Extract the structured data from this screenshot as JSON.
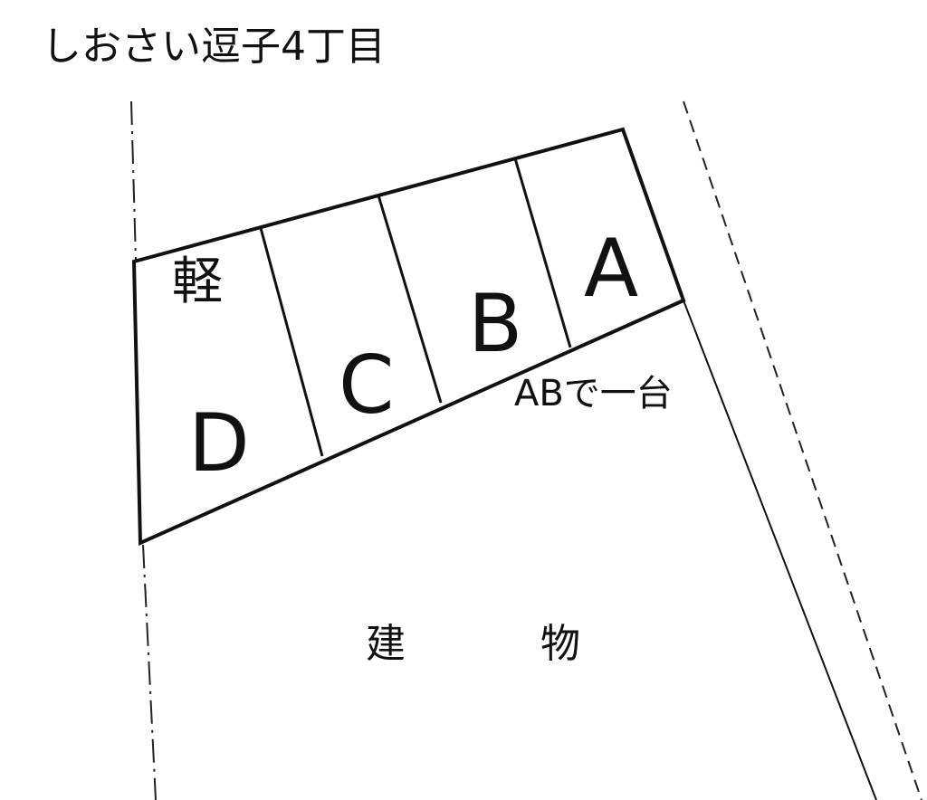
{
  "title": "しおさい逗子4丁目",
  "spaces": {
    "kei": "軽",
    "a": "A",
    "b": "B",
    "c": "C",
    "d": "D"
  },
  "note": "ABで一台",
  "building": {
    "char1": "建",
    "char2": "物"
  }
}
